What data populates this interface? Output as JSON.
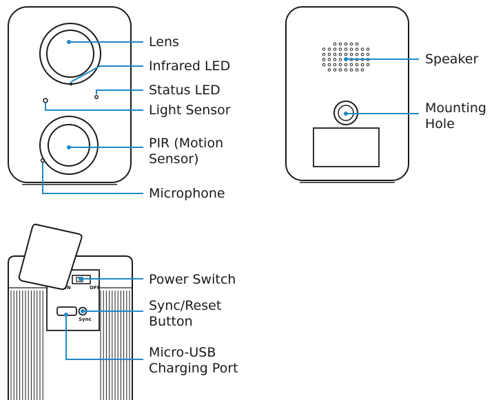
{
  "front_labels": {
    "lens": "Lens",
    "infrared_led": "Infrared LED",
    "status_led": "Status LED",
    "light_sensor": "Light Sensor",
    "pir_line1": "PIR (Motion",
    "pir_line2": "Sensor)",
    "microphone": "Microphone"
  },
  "back_labels": {
    "speaker": "Speaker",
    "mounting_line1": "Mounting",
    "mounting_line2": "Hole"
  },
  "bottom_labels": {
    "power_switch": "Power Switch",
    "sync_line1": "Sync/Reset",
    "sync_line2": "Button",
    "usb_line1": "Micro-USB",
    "usb_line2": "Charging Port"
  },
  "device_markings": {
    "on": "ON",
    "off": "OFF",
    "sync": "Sync"
  },
  "colors": {
    "leader_line": "#1e88c8",
    "outline": "#1a1a1a"
  }
}
